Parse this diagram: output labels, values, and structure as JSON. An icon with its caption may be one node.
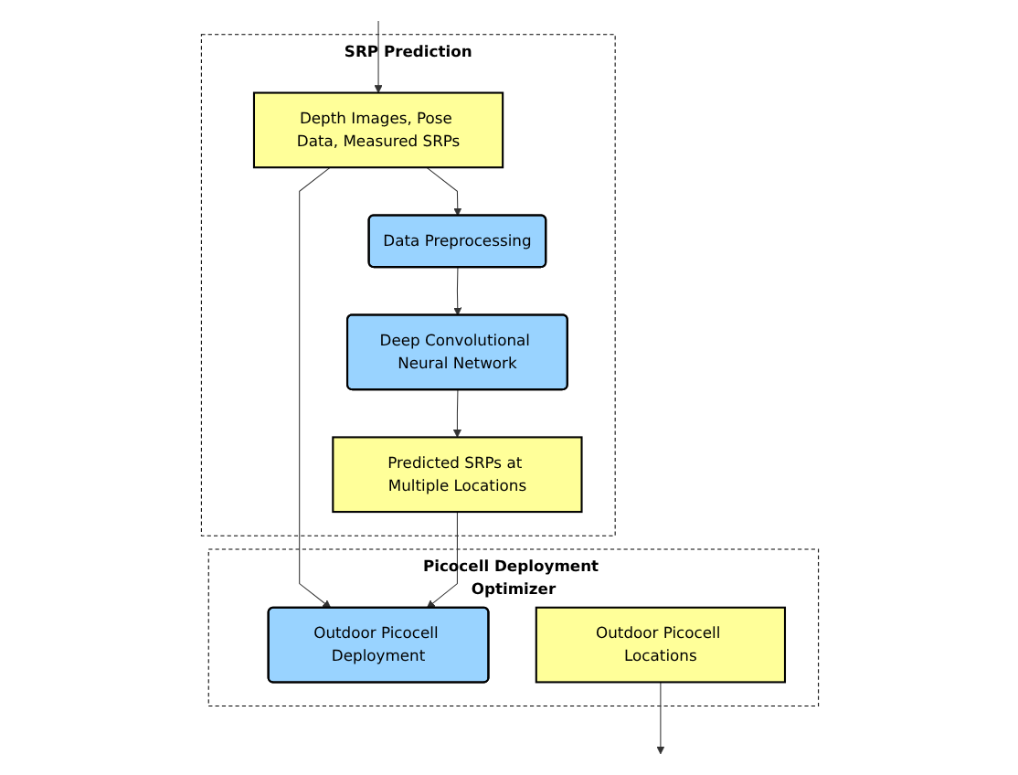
{
  "diagram": {
    "nodes": [
      {
        "text": [
          "SRP Prediction"
        ]
      },
      {
        "text": [
          "Depth Images, Pose Data, Measured SRPs"
        ],
        "in": 0
      },
      {
        "text": [
          "Data Preprocessing"
        ],
        "in": 0
      },
      {
        "text": [
          "Deep Convolutional Neural Network"
        ],
        "in": 0
      },
      {
        "text": [
          "Predicted SRPs at Multiple Locations"
        ],
        "in": 0
      },
      {
        "text": [
          "Picocell Deployment Optimizer"
        ]
      },
      {
        "text": [
          "Outdoor Picocell Deployment"
        ],
        "in": 5
      },
      {
        "text": [
          "Outdoor Picocell Locations"
        ],
        "in": 5
      }
    ],
    "edges": [
      {
        "from": null,
        "to": 1,
        "arrow": "to"
      },
      {
        "from": 1,
        "to": 2,
        "arrow": "to"
      },
      {
        "from": 2,
        "to": 3,
        "arrow": "to"
      },
      {
        "from": 3,
        "to": 4,
        "arrow": "to"
      },
      {
        "from": 1,
        "to": 6,
        "arrow": "to"
      },
      {
        "from": 4,
        "to": 6,
        "arrow": "to"
      },
      {
        "from": 7,
        "to": null,
        "arrow": "to"
      }
    ]
  }
}
